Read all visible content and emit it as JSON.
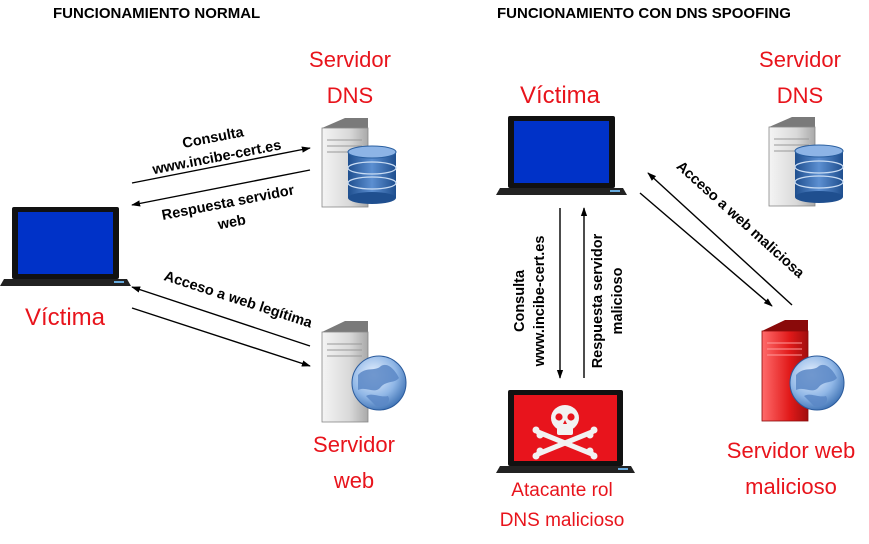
{
  "left_panel": {
    "heading": "FUNCIONAMIENTO NORMAL",
    "victim_label": "Víctima",
    "dns_server_label": [
      "Servidor",
      "DNS"
    ],
    "web_server_label": [
      "Servidor",
      "web"
    ],
    "arrow_query_label": [
      "Consulta",
      "www.incibe-cert.es"
    ],
    "arrow_response_label": [
      "Respuesta servidor",
      "web"
    ],
    "arrow_access_label": "Acceso a web legítima"
  },
  "right_panel": {
    "heading": "FUNCIONAMIENTO CON DNS SPOOFING",
    "victim_label": "Víctima",
    "dns_server_label": [
      "Servidor",
      "DNS"
    ],
    "malicious_web_label": [
      "Servidor web",
      "malicioso"
    ],
    "attacker_label": [
      "Atacante rol",
      "DNS malicioso"
    ],
    "arrow_query_label": [
      "Consulta",
      "www.incibe-cert.es"
    ],
    "arrow_response_label": [
      "Respuesta servidor",
      "malicioso"
    ],
    "arrow_access_label": "Acceso a web maliciosa"
  },
  "colors": {
    "accent_red": "#e8141c",
    "screen_blue": "#0032c8",
    "attacker_red": "#e8141c"
  }
}
